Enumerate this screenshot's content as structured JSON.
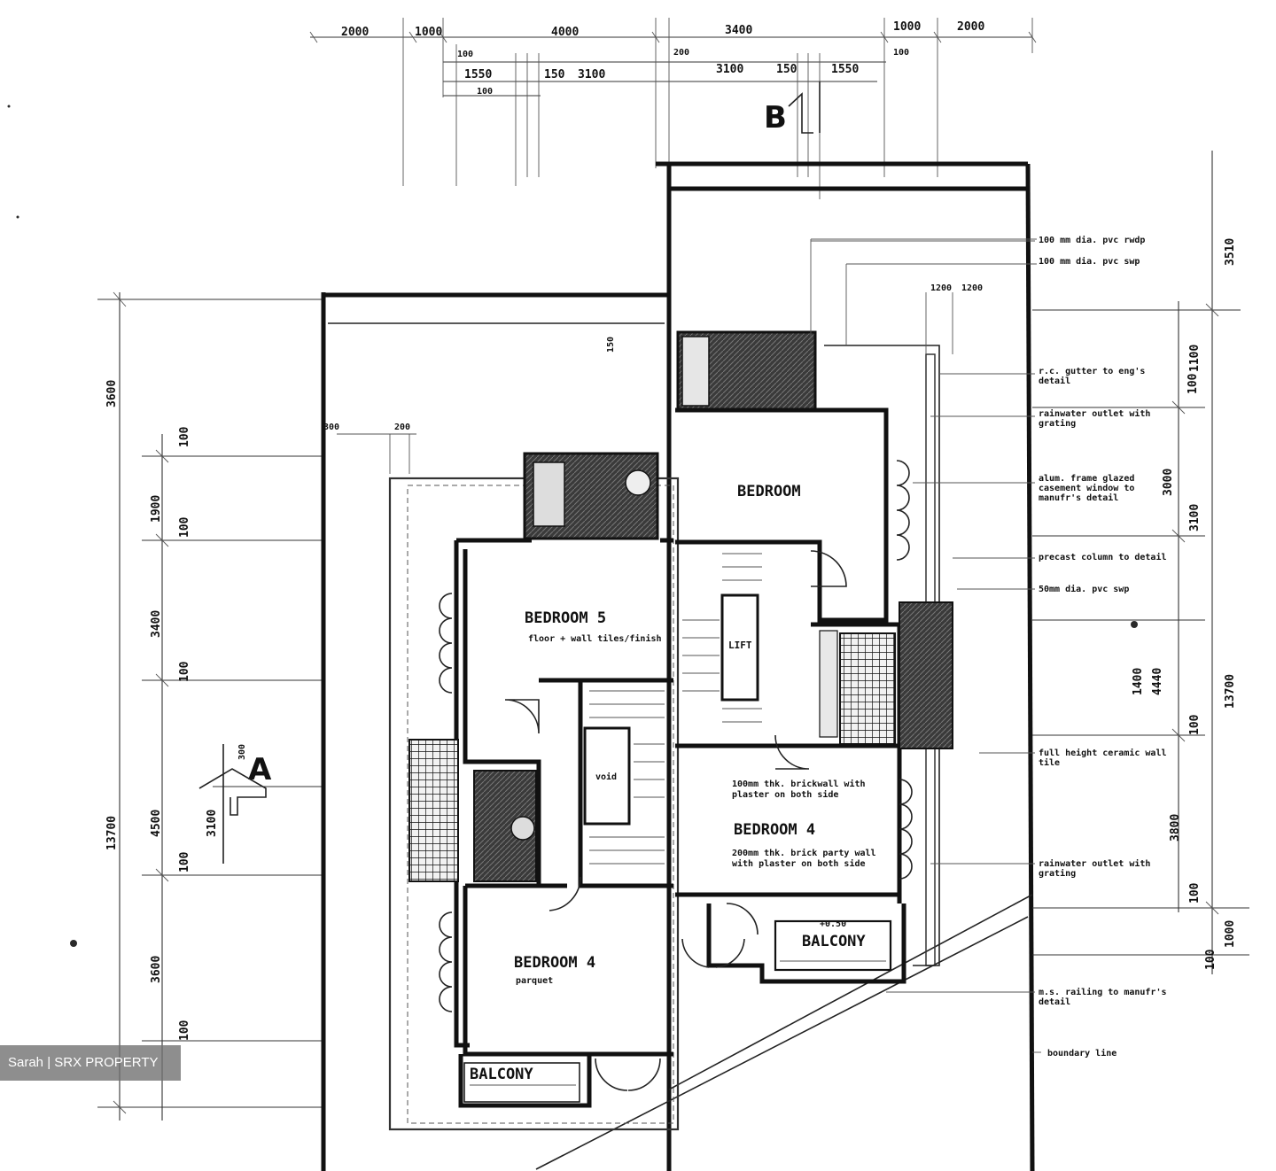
{
  "top_dimensions": [
    "2000",
    "1000",
    "4000",
    "3400",
    "1000",
    "2000",
    "100",
    "200",
    "100",
    "1550",
    "150",
    "3100",
    "3100",
    "150",
    "1550",
    "100"
  ],
  "section_markers": {
    "a": "A",
    "b": "B"
  },
  "left_dimensions": [
    "3600",
    "100",
    "1900",
    "100",
    "3400",
    "100",
    "4500",
    "3100",
    "100",
    "3600",
    "100",
    "13700"
  ],
  "right_dimensions": [
    "3510",
    "1100",
    "100",
    "3000",
    "3100",
    "1400",
    "4440",
    "13700",
    "3800",
    "100",
    "100",
    "1000",
    "100"
  ],
  "small_labels": [
    "300",
    "1200",
    "1200",
    "300",
    "200",
    "150"
  ],
  "rooms": {
    "bedroom_top_right": "BEDROOM",
    "bedroom_5": "BEDROOM 5",
    "bedroom_5_note": "floor + wall tiles/finish",
    "lift": "LIFT",
    "void": "void",
    "bedroom_4_left": "BEDROOM 4",
    "bedroom_4_left_note": "parquet",
    "bedroom_4_right": "BEDROOM 4",
    "balcony_left": "BALCONY",
    "balcony_right": "BALCONY",
    "balcony_right_level": "+0.50"
  },
  "plan_notes": {
    "brickwall_100": "100mm thk. brickwall with plaster on both side",
    "party_wall_200": "200mm thk. brick party wall with plaster on both side"
  },
  "right_notes": [
    "100 mm dia. pvc rwdp",
    "100 mm dia. pvc swp",
    "r.c. gutter to eng's detail",
    "rainwater outlet with grating",
    "alum. frame glazed casement window to manufr's detail",
    "precast column to detail",
    "50mm dia. pvc swp",
    "full height ceramic wall tile",
    "rainwater outlet with grating",
    "m.s. railing to manufr's detail",
    "boundary line"
  ],
  "watermark": "Sarah | SRX PROPERTY"
}
